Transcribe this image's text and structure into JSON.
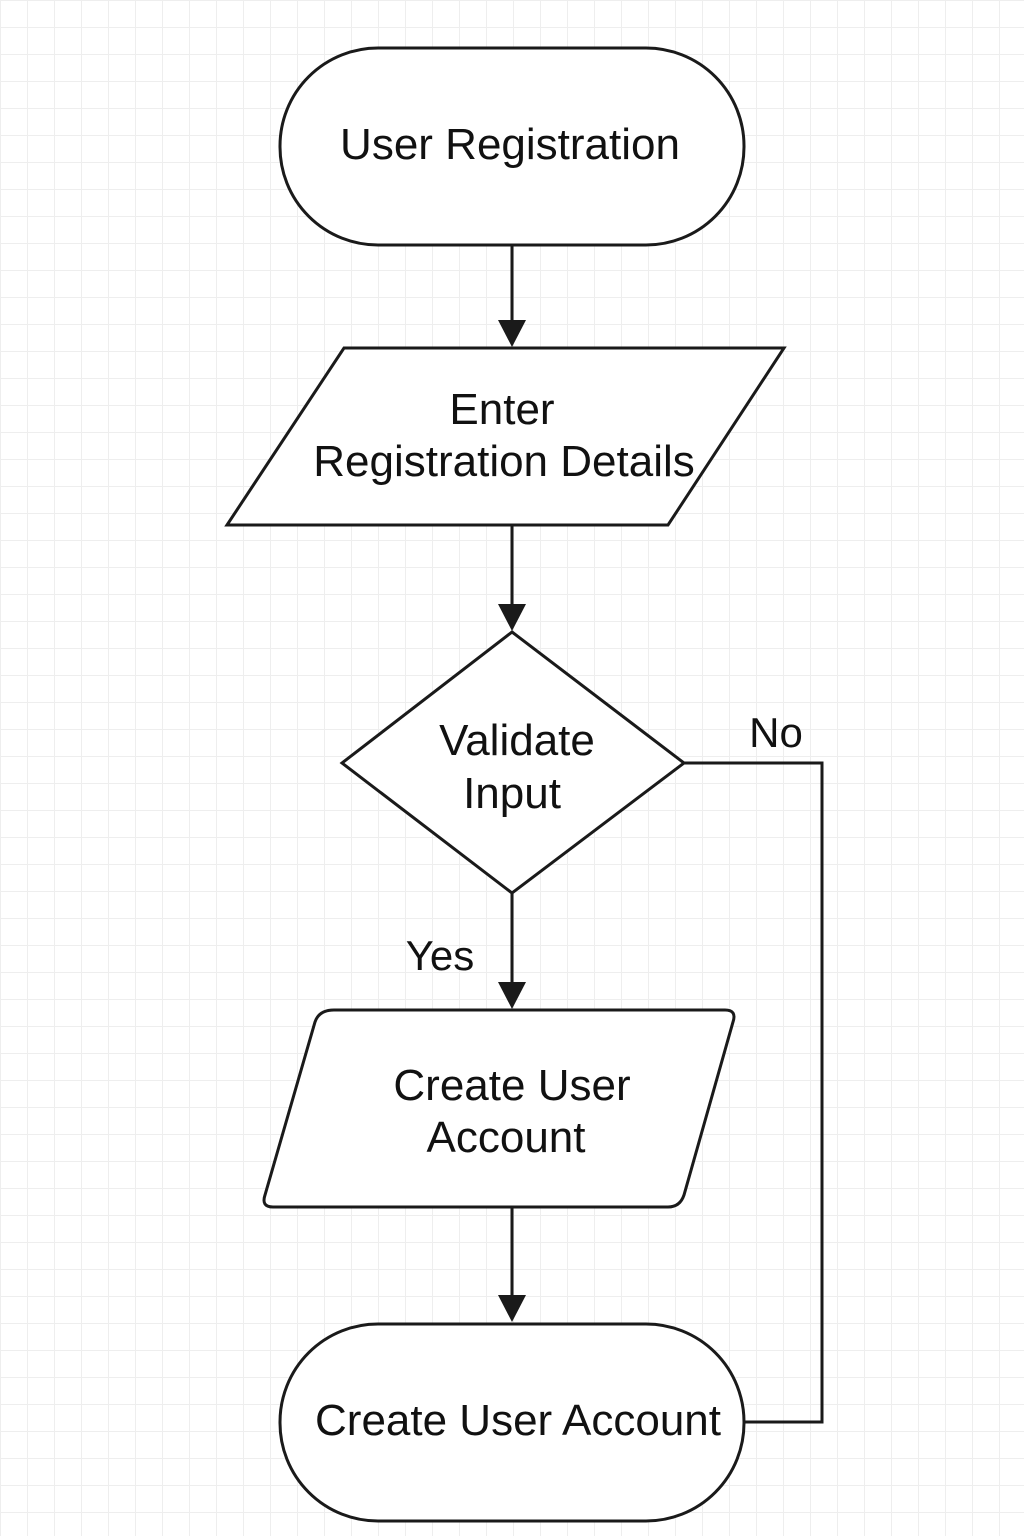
{
  "diagram": {
    "nodes": [
      {
        "id": "start",
        "shape": "terminator",
        "lines": [
          "User Registration"
        ]
      },
      {
        "id": "input",
        "shape": "parallelogram",
        "lines": [
          "Enter",
          "Registration Details"
        ]
      },
      {
        "id": "decision",
        "shape": "diamond",
        "lines": [
          "Validate",
          "Input"
        ]
      },
      {
        "id": "create",
        "shape": "parallelogram",
        "lines": [
          "Create User",
          "Account"
        ]
      },
      {
        "id": "end",
        "shape": "terminator",
        "lines": [
          "Create User Account"
        ]
      }
    ],
    "edges": [
      {
        "from": "start",
        "to": "input",
        "label": ""
      },
      {
        "from": "input",
        "to": "decision",
        "label": ""
      },
      {
        "from": "decision",
        "to": "create",
        "label": "Yes"
      },
      {
        "from": "decision",
        "to": "end",
        "label": "No"
      },
      {
        "from": "create",
        "to": "end",
        "label": ""
      }
    ]
  },
  "style": {
    "stroke_color": "#1a1a1a",
    "text_color": "#111111",
    "background_color": "#ffffff",
    "grid_color": "#eeeeee"
  }
}
